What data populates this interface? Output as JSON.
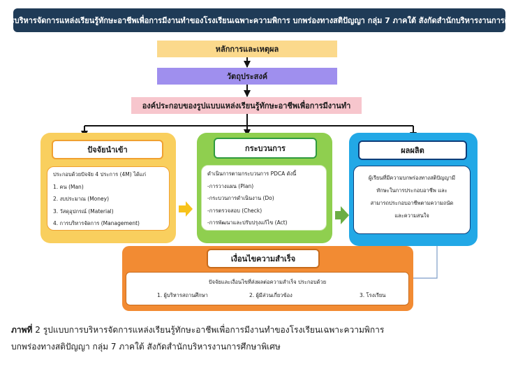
{
  "title": "รูปแบบการบริหารจัดการแหล่งเรียนรู้ทักษะอาชีพเพื่อการมีงานทำของโรงเรียนเฉพาะความพิการ บกพร่องทางสติปัญญา กลุ่ม 7 ภาคใต้ สังกัดสำนักบริหารงานการศึกษาพิเศษ",
  "principles": "หลักการและเหตุผล",
  "objectives": "วัตถุประสงค์",
  "components": "องค์ประกอบของรูปแบบแหล่งเรียนรู้ทักษะอาชีพเพื่อการมีงานทำ",
  "input": {
    "heading": "ปัจจัยนำเข้า",
    "intro": "ประกอบด้วยปัจจัย 4 ประการ (4M) ได้แก่",
    "items": [
      "1. คน (Man)",
      "2. งบประมาณ (Money)",
      "3. วัสดุอุปกรณ์ (Material)",
      "4. การบริหารจัดการ (Management)"
    ]
  },
  "process": {
    "heading": "กระบวนการ",
    "intro": "ดำเนินการตามกระบวนการ PDCA ดังนี้",
    "items": [
      "-การวางแผน (Plan)",
      "-กระบวนการดำเนินงาน (Do)",
      "-การตรวจสอบ (Check)",
      "-การพัฒนาและปรับปรุงแก้ไข (Act)"
    ]
  },
  "output": {
    "heading": "ผลผลิต",
    "lines": [
      "ผู้เรียนที่มีความบกพร่องทางสติปัญญามี",
      "ทักษะในการประกอบอาชีพ และ",
      "สามารถประกอบอาชีพตามความถนัด",
      "และความสนใจ"
    ]
  },
  "success": {
    "heading": "เงื่อนไขความสำเร็จ",
    "intro": "ปัจจัยและเงื่อนไขที่ส่งผลต่อความสำเร็จ ประกอบด้วย",
    "factors": [
      "1. ผู้บริหารสถานศึกษา",
      "2. ผู้มีส่วนเกี่ยวข้อง",
      "3. โรงเรียน"
    ]
  },
  "caption": {
    "label": "ภาพที่",
    "number": "2",
    "line1": "รูปแบบการบริหารจัดการแหล่งเรียนรู้ทักษะอาชีพเพื่อการมีงานทำของโรงเรียนเฉพาะความพิการ",
    "line2": "บกพร่องทางสติปัญญา กลุ่ม 7 ภาคใต้ สังกัดสำนักบริหารงานการศึกษาพิเศษ"
  },
  "colors": {
    "title_bg": "#1f3b57",
    "principles_bg": "#fbd98c",
    "objectives_bg": "#9f8fee",
    "components_bg": "#f7c6cd",
    "input_bg": "#f9cf5e",
    "process_bg": "#8fcf4f",
    "output_bg": "#22a8e6",
    "success_bg": "#f28b33"
  }
}
